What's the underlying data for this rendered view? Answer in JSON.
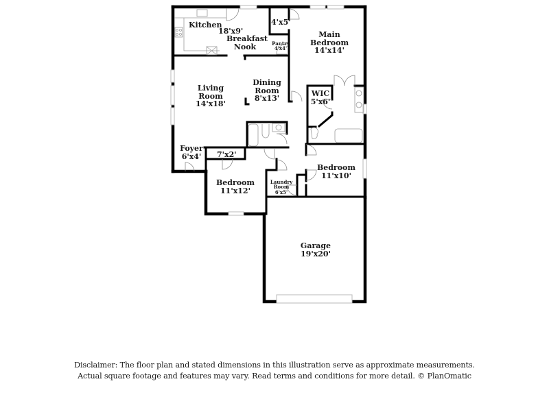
{
  "floor_plan": {
    "rooms": [
      {
        "id": "kitchen",
        "name": "Kitchen",
        "dimensions": ""
      },
      {
        "id": "kitchen-nook-dim",
        "name": "",
        "dimensions": "18'x9'"
      },
      {
        "id": "breakfast-nook",
        "name": "Breakfast Nook",
        "name_lines": [
          "Breakfast",
          "Nook"
        ],
        "dimensions": ""
      },
      {
        "id": "closet-4x5",
        "name": "",
        "dimensions": "4'x5'"
      },
      {
        "id": "pantry",
        "name": "Pantry",
        "dimensions": "4'x4'"
      },
      {
        "id": "main-bedroom",
        "name": "Main Bedroom",
        "name_lines": [
          "Main",
          "Bedroom"
        ],
        "dimensions": "14'x14'"
      },
      {
        "id": "living-room",
        "name": "Living Room",
        "name_lines": [
          "Living",
          "Room"
        ],
        "dimensions": "14'x18'"
      },
      {
        "id": "dining-room",
        "name": "Dining Room",
        "name_lines": [
          "Dining",
          "Room"
        ],
        "dimensions": "8'x13'"
      },
      {
        "id": "wic",
        "name": "WIC",
        "dimensions": "5'x6'"
      },
      {
        "id": "foyer",
        "name": "Foyer",
        "dimensions": "6'x4'"
      },
      {
        "id": "closet-7x2",
        "name": "",
        "dimensions": "7'x2'"
      },
      {
        "id": "bedroom-2",
        "name": "Bedroom",
        "dimensions": "11'x12'"
      },
      {
        "id": "laundry-room",
        "name": "Laundry Room",
        "name_lines": [
          "Laundry",
          "Room"
        ],
        "dimensions": "6'x5'"
      },
      {
        "id": "bedroom-3",
        "name": "Bedroom",
        "dimensions": "11'x10'"
      },
      {
        "id": "garage",
        "name": "Garage",
        "dimensions": "19'x20'"
      }
    ]
  },
  "disclaimer": {
    "line1": "Disclaimer: The floor plan and stated dimensions in this illustration serve as approximate measurements.",
    "line2": "Actual square footage and features may vary. Read terms and conditions for more detail. © PlanOmatic"
  },
  "colors": {
    "wall": "#000000",
    "fixture": "#9a9a9a",
    "window": "#c8c8c8",
    "text": "#1a1a1a"
  }
}
